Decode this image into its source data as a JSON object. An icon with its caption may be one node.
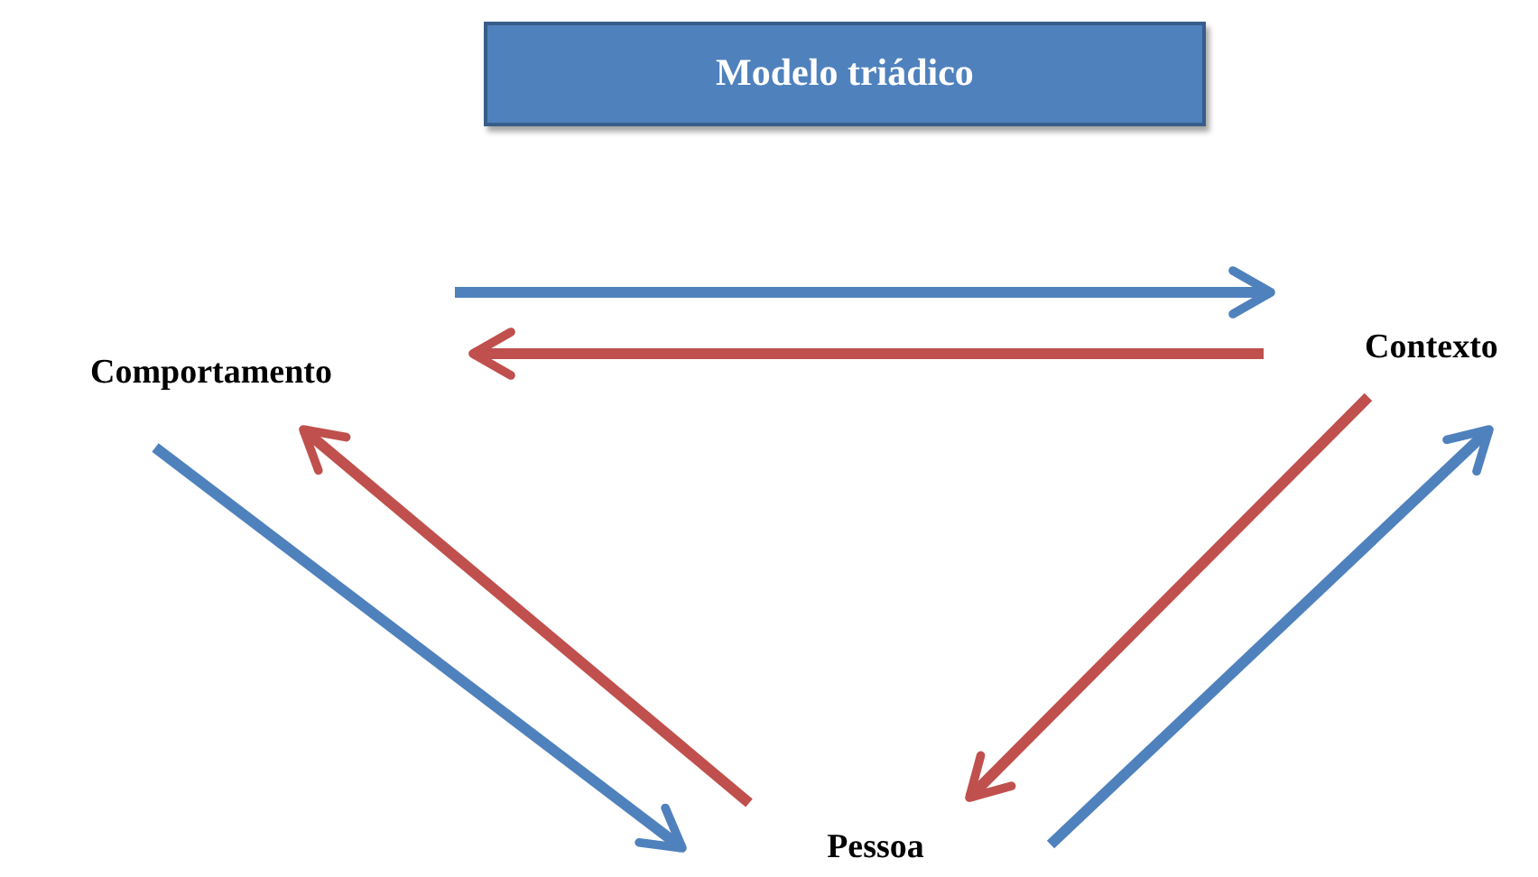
{
  "diagram": {
    "nodes": [
      {
        "text": [
          "Modelo triádico"
        ]
      },
      {
        "text": [
          "Comportamento"
        ]
      },
      {
        "text": [
          "Contexto"
        ]
      },
      {
        "text": [
          "Pessoa"
        ]
      }
    ],
    "edges": [
      {
        "from": 1,
        "to": 2,
        "arrow": "to",
        "color": "#4f81bd"
      },
      {
        "from": 2,
        "to": 1,
        "arrow": "to",
        "color": "#c0504d"
      },
      {
        "from": 1,
        "to": 3,
        "arrow": "to",
        "color": "#4f81bd"
      },
      {
        "from": 3,
        "to": 1,
        "arrow": "to",
        "color": "#c0504d"
      },
      {
        "from": 2,
        "to": 3,
        "arrow": "to",
        "color": "#c0504d"
      },
      {
        "from": 3,
        "to": 2,
        "arrow": "to",
        "color": "#4f81bd"
      }
    ]
  }
}
